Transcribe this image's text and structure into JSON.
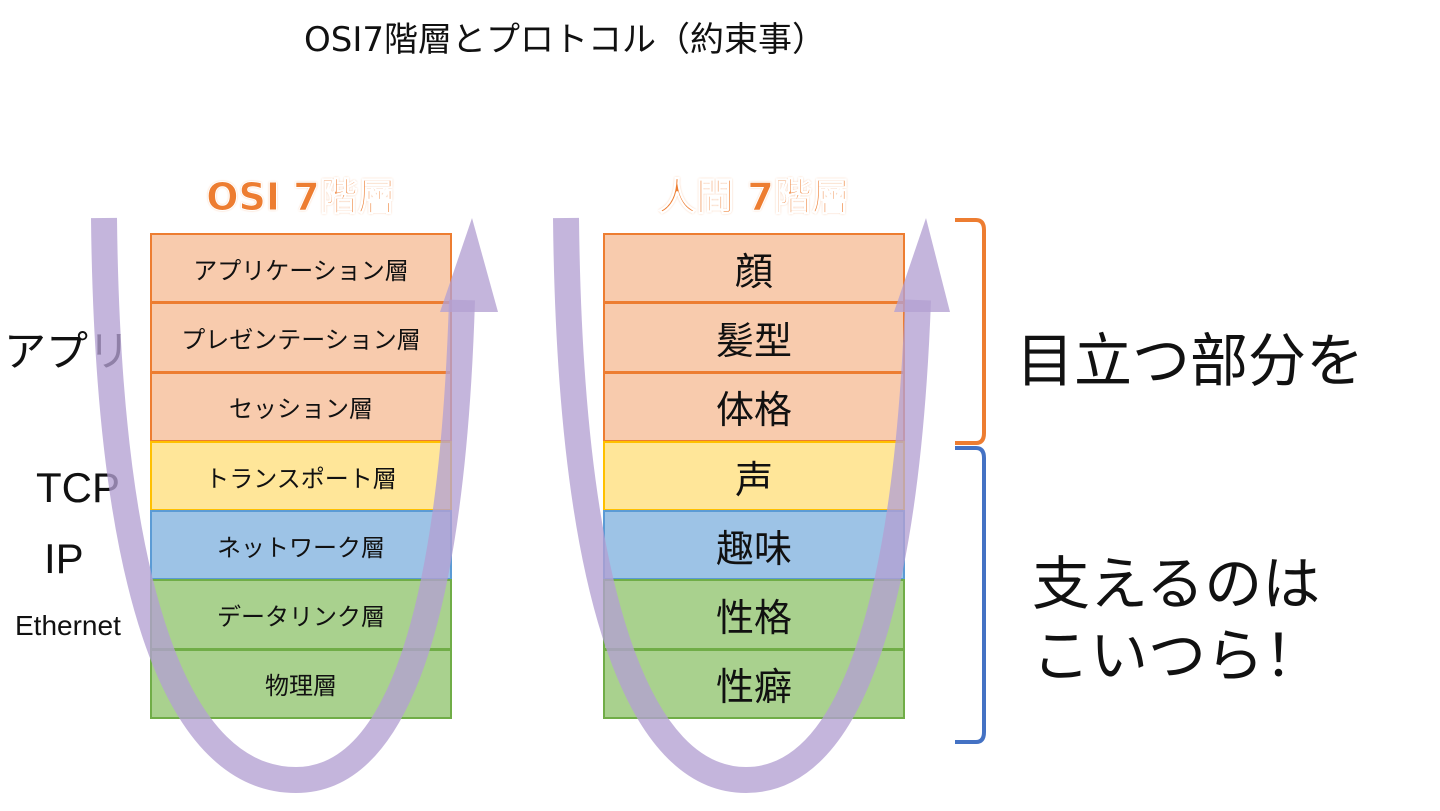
{
  "title": "OSI7階層とプロトコル（約束事）",
  "osi": {
    "heading": "OSI 7階層",
    "layers": [
      {
        "label": "アプリケーション層",
        "group": "top"
      },
      {
        "label": "プレゼンテーション層",
        "group": "top"
      },
      {
        "label": "セッション層",
        "group": "top"
      },
      {
        "label": "トランスポート層",
        "group": "transport"
      },
      {
        "label": "ネットワーク層",
        "group": "network"
      },
      {
        "label": "データリンク層",
        "group": "bottom"
      },
      {
        "label": "物理層",
        "group": "bottom"
      }
    ],
    "protocols": {
      "app": "アプリ",
      "tcp": "TCP",
      "ip": "IP",
      "ethernet": "Ethernet"
    }
  },
  "human": {
    "heading": "人間 7階層",
    "layers": [
      {
        "label": "顔",
        "group": "top"
      },
      {
        "label": "髪型",
        "group": "top"
      },
      {
        "label": "体格",
        "group": "top"
      },
      {
        "label": "声",
        "group": "transport"
      },
      {
        "label": "趣味",
        "group": "network"
      },
      {
        "label": "性格",
        "group": "bottom"
      },
      {
        "label": "性癖",
        "group": "bottom"
      }
    ]
  },
  "notes": {
    "visible": "目立つ部分を",
    "support_line1": "支えるのは",
    "support_line2": "こいつら！"
  },
  "colors": {
    "heading": "#ED7D31",
    "top_fill": "#F8CBAD",
    "top_border": "#ED7D31",
    "transport_fill": "#FFE699",
    "transport_border": "#FFC000",
    "network_fill": "#9DC3E6",
    "network_border": "#5B9BD5",
    "bottom_fill": "#A9D18E",
    "bottom_border": "#70AD47",
    "arrow": "#B4A0D2",
    "bracket_top": "#ED7D31",
    "bracket_bottom": "#4472C4"
  }
}
